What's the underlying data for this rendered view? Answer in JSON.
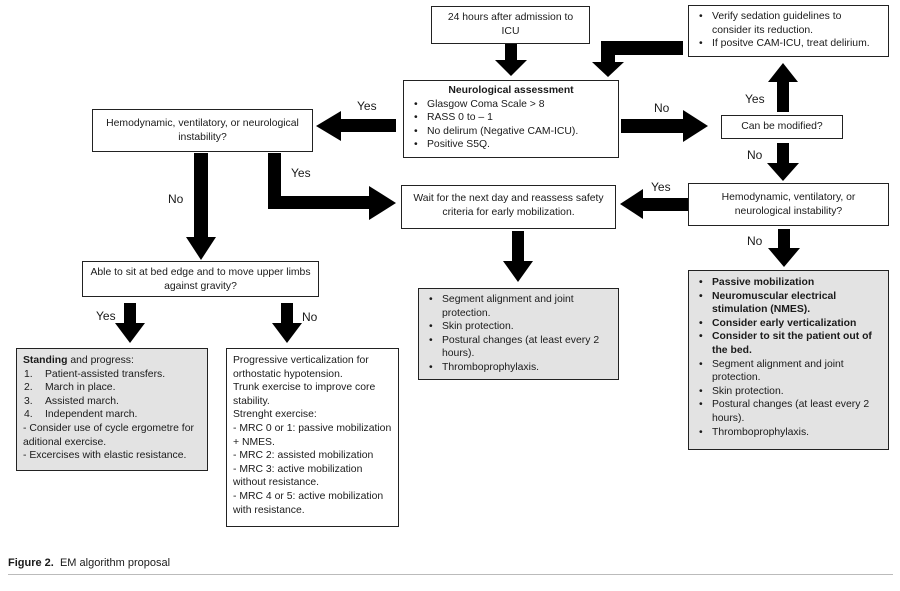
{
  "nodes": {
    "admission": {
      "text": "24 hours after admission to ICU"
    },
    "verify": {
      "items": [
        "Verify sedation guidelines to consider its reduction.",
        "If positve CAM-ICU, treat delirium."
      ]
    },
    "neuro": {
      "title": "Neurological assessment",
      "items": [
        "Glasgow Coma Scale > 8",
        "RASS 0 to – 1",
        "No delirum (Negative CAM-ICU).",
        "Positive S5Q."
      ]
    },
    "instability_left": {
      "text": "Hemodynamic, ventilatory, or neurological instability?"
    },
    "can_modify": {
      "text": "Can be modified?"
    },
    "wait": {
      "text": "Wait for the next day and reassess safety criteria for early mobilization."
    },
    "instability_right": {
      "text": "Hemodynamic, ventilatory, or neurological instability?"
    },
    "sit": {
      "text": "Able to sit at bed edge and to move upper limbs against gravity?"
    },
    "segment_mid": {
      "items": [
        "Segment alignment and joint protection.",
        "Skin protection.",
        "Postural changes (at least every 2 hours).",
        "Thromboprophylaxis."
      ]
    },
    "passive": {
      "bold_items": [
        "Passive mobilization",
        "Neuromuscular electrical stimulation (NMES).",
        "Consider early verticalization",
        "Consider to sit the patient out of the bed."
      ],
      "items": [
        "Segment alignment and joint protection.",
        "Skin protection.",
        "Postural changes (at least every 2 hours).",
        "Thromboprophylaxis."
      ]
    },
    "standing": {
      "title_bold": "Standing",
      "title_rest": " and progress:",
      "steps": [
        "Patient-assisted transfers.",
        "March in place.",
        "Assisted march.",
        "Independent march."
      ],
      "notes": [
        "- Consider use of cycle ergometre for aditional exercise.",
        "- Excercises with elastic resistance."
      ]
    },
    "progressive": {
      "lines": [
        "Progressive verticalization for orthostatic hypotension.",
        "Trunk exercise to improve core stability.",
        "Strenght exercise:",
        "- MRC 0 or 1: passive mobilization + NMES.",
        "- MRC 2: assisted mobilization",
        "- MRC 3: active mobilization without resistance.",
        "- MRC 4 or 5: active mobilization with resistance."
      ]
    }
  },
  "edge_labels": {
    "neuro_yes": "Yes",
    "neuro_no": "No",
    "modify_yes": "Yes",
    "modify_no": "No",
    "left_yes": "Yes",
    "left_no": "No",
    "right_yes": "Yes",
    "right_no": "No",
    "sit_yes": "Yes",
    "sit_no": "No"
  },
  "caption": {
    "figure": "Figure 2.",
    "text": "EM algorithm proposal"
  }
}
